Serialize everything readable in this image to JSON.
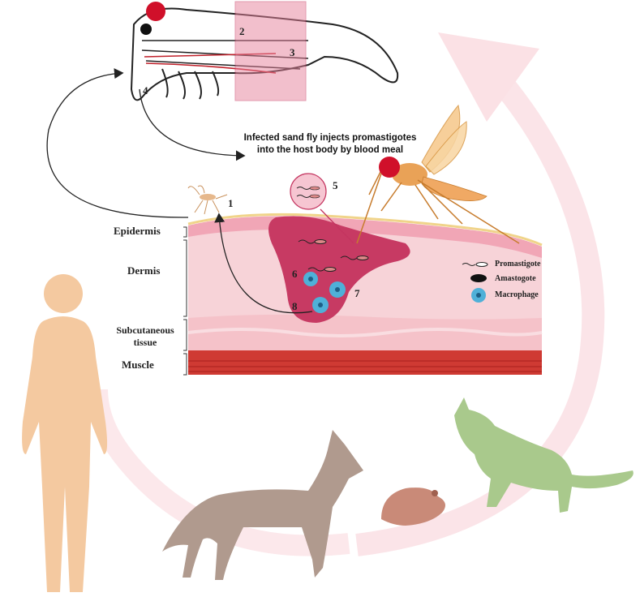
{
  "caption": "Infected sand fly injects promastigotes into the host body by blood meal",
  "layers": {
    "epidermis": "Epidermis",
    "dermis": "Dermis",
    "subcutaneous": "Subcutaneous tissue",
    "muscle": "Muscle"
  },
  "legend": {
    "promastigote": "Promastigote",
    "amastogote": "Amastogote",
    "macrophage": "Macrophage"
  },
  "steps": [
    "1",
    "2",
    "3",
    "4",
    "5",
    "6",
    "7",
    "8"
  ],
  "colors": {
    "skin_pink": "#f3b8c2",
    "skin_light": "#f7d3d8",
    "lesion": "#c73a63",
    "muscle": "#c9302c",
    "human": "#f4c9a0",
    "dog": "#b09a8e",
    "hamster": "#c98a78",
    "cat": "#a9c98c",
    "cycle_arrow": "#fbe3e6",
    "eye_red": "#d0102a",
    "fly_orange": "#e9a257"
  },
  "icons": [
    "sand-fly-head-icon",
    "sand-fly-icon",
    "small-sand-fly-icon",
    "human-icon",
    "dog-icon",
    "hamster-icon",
    "cat-icon",
    "macrophage-icon",
    "promastigote-icon",
    "amastigote-icon"
  ]
}
